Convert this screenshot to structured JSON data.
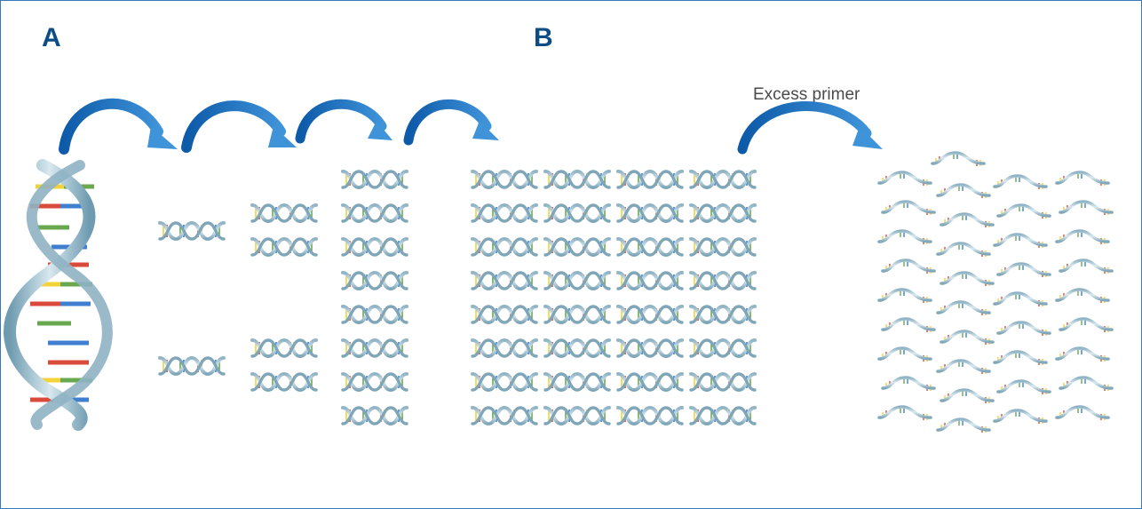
{
  "panels": {
    "a_label": "A",
    "b_label": "B"
  },
  "annotation": {
    "excess_primer": "Excess primer"
  },
  "colors": {
    "border": "#3a78b8",
    "label": "#0d4d86",
    "arrow_light": "#3f93d9",
    "arrow_dark": "#0d5aa8",
    "strand_light": "#cfe1ea",
    "strand_dark": "#6e9bb0",
    "base_yellow": "#f2d33a",
    "base_green": "#6aa84f",
    "base_red": "#d94a3a",
    "base_blue": "#3f7fd0"
  },
  "icons": {
    "large": "dna-double-helix-icon",
    "small": "dna-double-helix-icon",
    "single": "single-strand-dna-icon"
  }
}
